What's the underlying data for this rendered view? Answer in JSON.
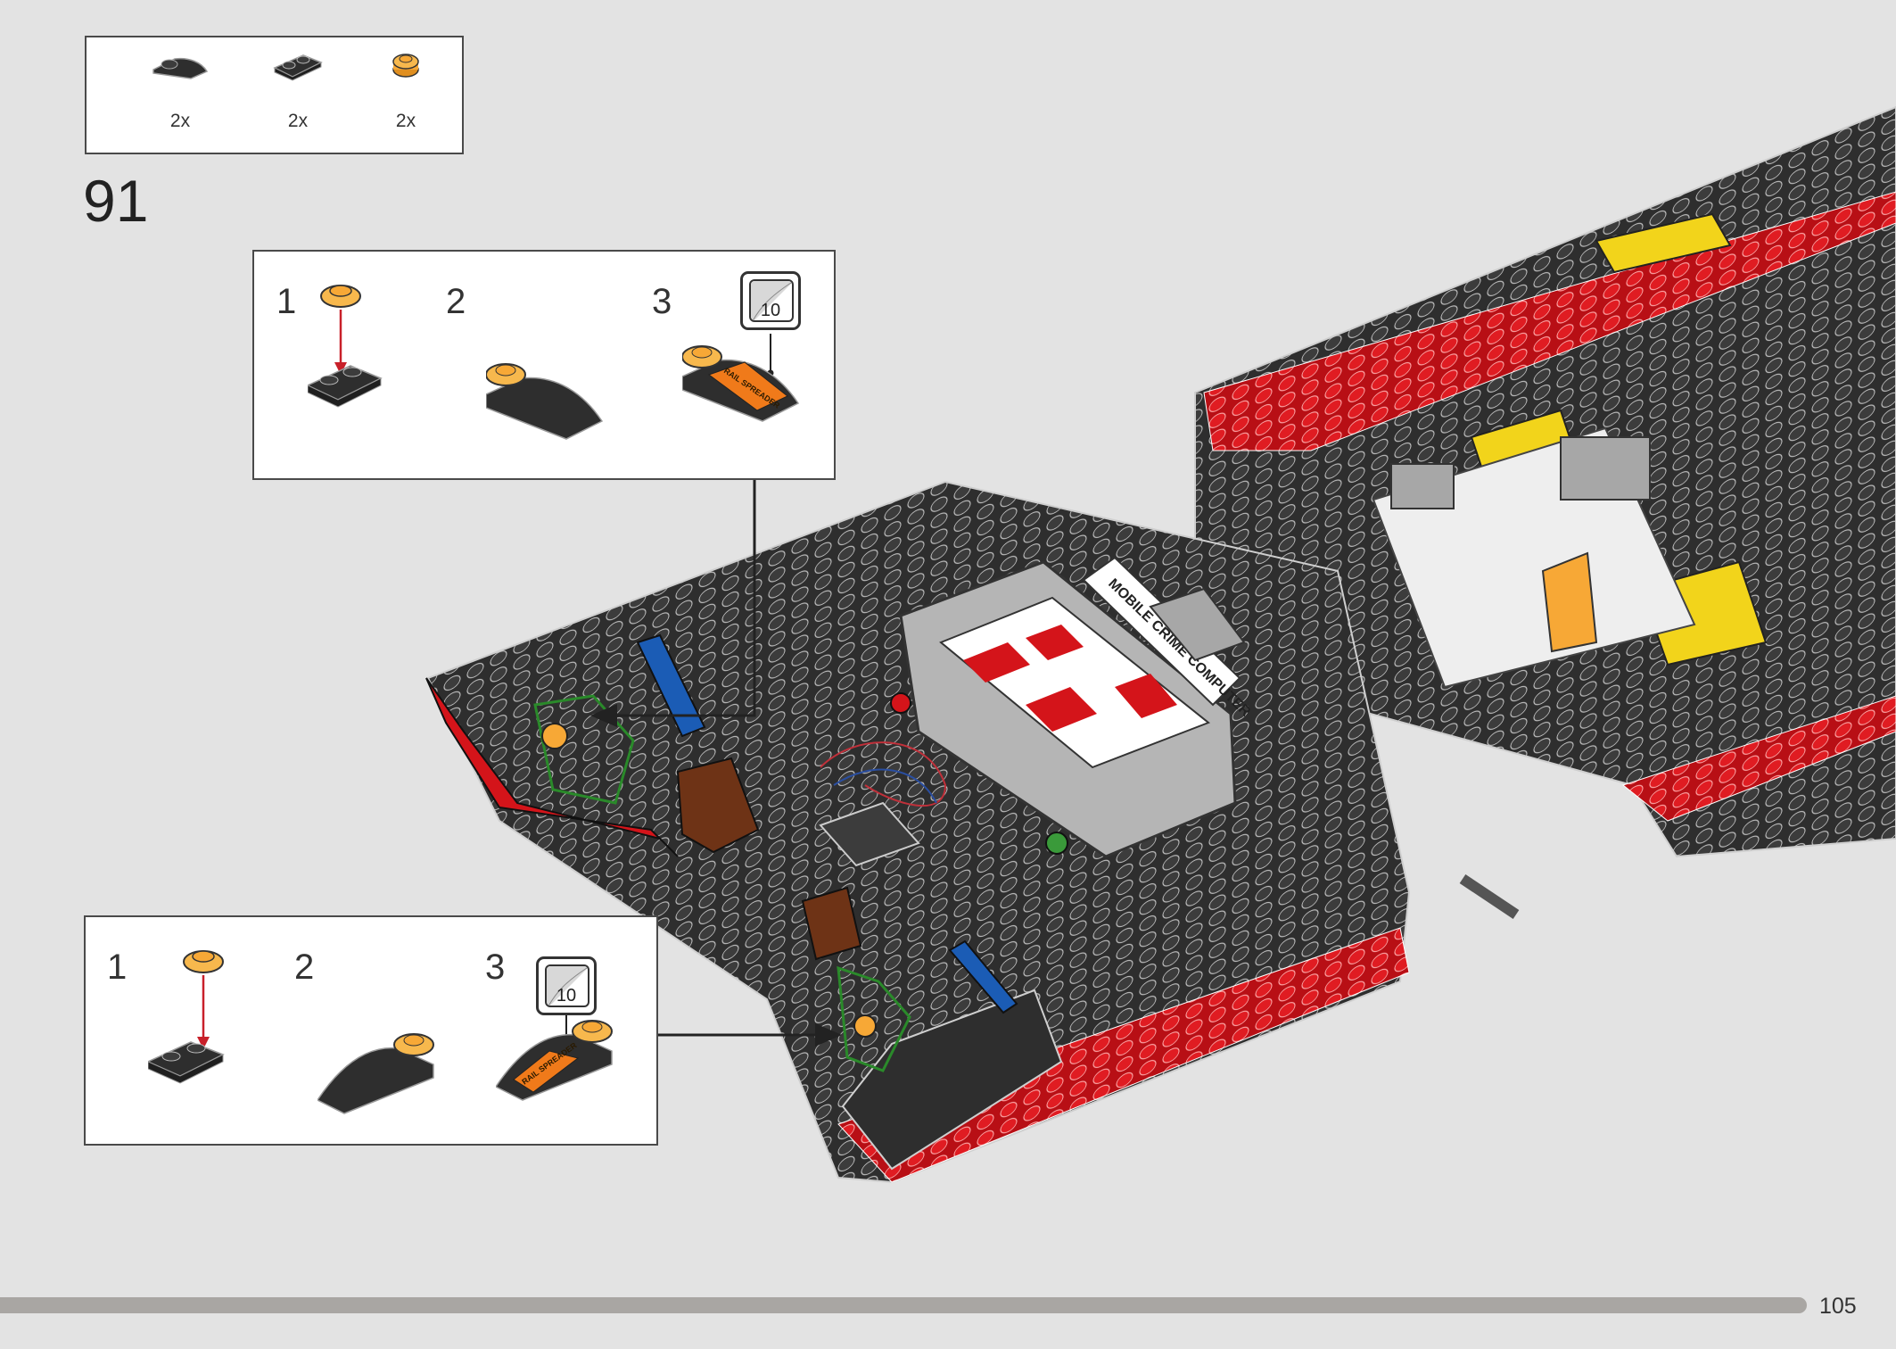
{
  "parts_list": {
    "items": [
      {
        "name": "curved-slope-black",
        "qty": "2x"
      },
      {
        "name": "plate-1x2-black",
        "qty": "2x"
      },
      {
        "name": "round-plate-orange",
        "qty": "2x"
      }
    ]
  },
  "step": {
    "number": "91"
  },
  "callout_upper": {
    "steps": [
      "1",
      "2",
      "3"
    ],
    "sticker_number": "10"
  },
  "callout_lower": {
    "steps": [
      "1",
      "2",
      "3"
    ],
    "sticker_number": "10"
  },
  "model": {
    "computer_sticker_text": "MOBILE CRIME COMPUTER",
    "side_sticker_text": "RAIL SPREADER"
  },
  "footer": {
    "page_number": "105"
  },
  "colors": {
    "background": "#e3e3e3",
    "brick_black": "#2e2e2e",
    "brick_red": "#d4141a",
    "brick_yellow": "#f2d41b",
    "brick_orange": "#f7a836",
    "brick_gray": "#a7a7a7"
  }
}
